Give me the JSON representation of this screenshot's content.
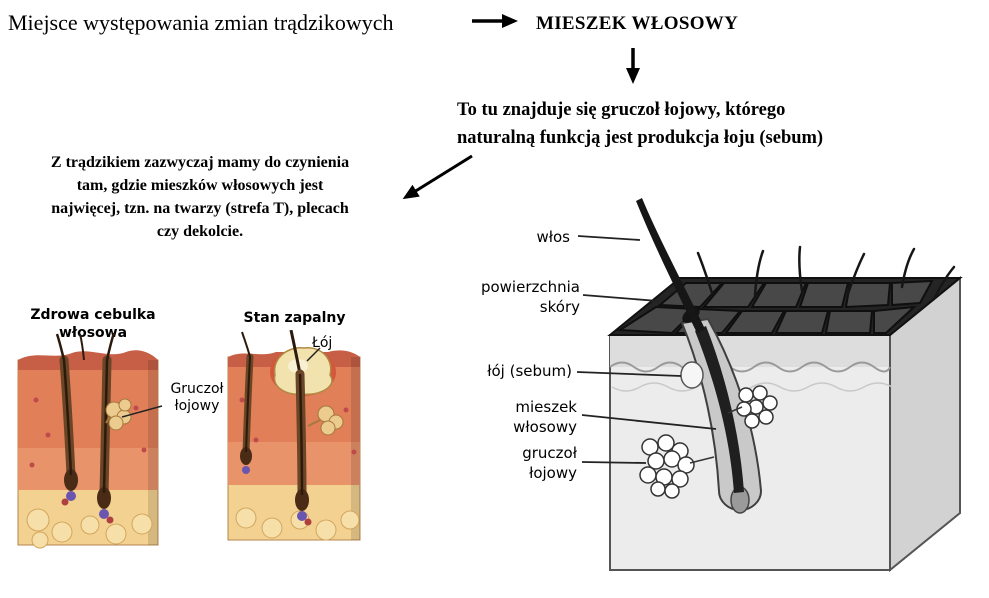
{
  "flow": {
    "origin_text": "Miejsce występowania zmian trądzikowych",
    "follicle_title": "MIESZEK WŁOSOWY",
    "subtitle_lines": [
      "To tu znajduje się gruczoł łojowy, którego",
      "naturalną funkcją jest produkcja łoju (sebum)"
    ],
    "paragraph_lines": [
      "Z trądzikiem zazwyczaj mamy do czynienia",
      "tam, gdzie mieszków włosowych jest",
      "najwięcej, tzn. na twarzy (strefa T), plecach",
      "czy dekolcie."
    ]
  },
  "left_figure": {
    "healthy_title_lines": [
      "Zdrowa cebulka",
      "włosowa"
    ],
    "inflamed_title": "Stan zapalny",
    "gland_label_lines": [
      "Gruczoł",
      "łojowy"
    ],
    "sebum_label": "Łój"
  },
  "right_figure": {
    "hair_label": "włos",
    "surface_label_lines": [
      "powierzchnia",
      "skóry"
    ],
    "sebum_label": "łój (sebum)",
    "follicle_label_lines": [
      "mieszek",
      "włosowy"
    ],
    "gland_label_lines": [
      "gruczoł",
      "łojowy"
    ]
  },
  "colors": {
    "text": "#000000",
    "skin_top": "#c75f46",
    "skin_mid": "#e9936b",
    "fat": "#f3d291",
    "block_front": "#ececec",
    "surface_dark": "#242424"
  }
}
